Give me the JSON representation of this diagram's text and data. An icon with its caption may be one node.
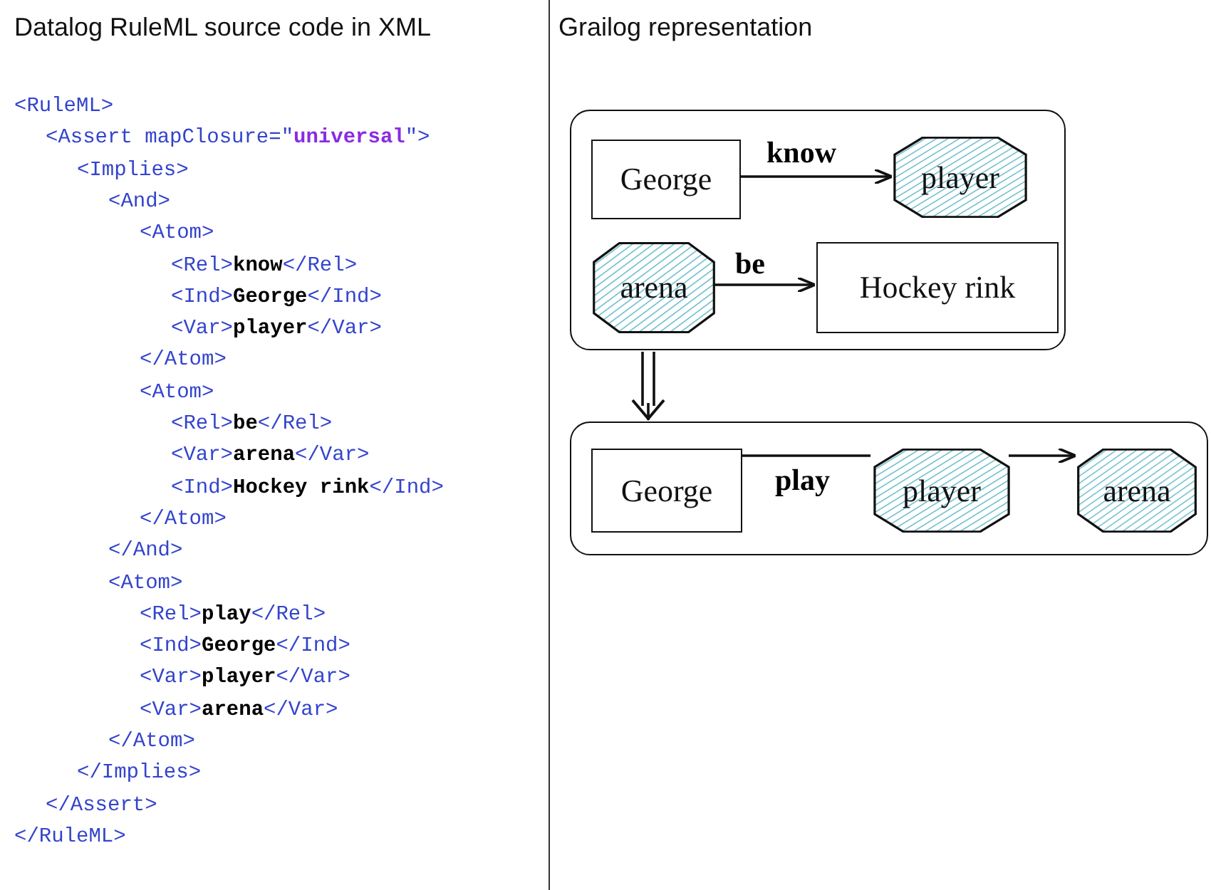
{
  "diagram": {
    "nodes": [
      {
        "text": [],
        "shape": "box"
      },
      {
        "text": [
          "George"
        ],
        "in": 0
      },
      {
        "text": [
          "player"
        ],
        "in": 0
      },
      {
        "text": [
          "arena"
        ],
        "in": 0
      },
      {
        "text": [
          "Hockey rink"
        ],
        "in": 0
      },
      {
        "text": [],
        "shape": "box"
      },
      {
        "text": [
          "George"
        ],
        "in": 5
      },
      {
        "text": [
          "player"
        ],
        "in": 5
      },
      {
        "text": [
          "arena"
        ],
        "in": 5
      }
    ],
    "edges": [
      {
        "from": 1,
        "to": 2,
        "arrow": "to",
        "label": "know"
      },
      {
        "from": 3,
        "to": 4,
        "arrow": "to",
        "label": "be"
      },
      {
        "from": 0,
        "to": 5,
        "arrow": "to"
      },
      {
        "from": 6,
        "to": 7,
        "arrow": "none",
        "label": "play"
      },
      {
        "from": 7,
        "to": 8,
        "arrow": "to"
      }
    ],
    "labels": [
      "Datalog RuleML source code in XML",
      "Grailog representation",
      "<RuleML>",
      "<Assert mapClosure=\"**universal**\">",
      "<Implies>",
      "<And>",
      "<Atom>",
      "<Rel>**know**</Rel>",
      "<Ind>**George**</Ind>",
      "<Var>**player**</Var>",
      "</Atom>",
      "<Atom>",
      "<Rel>**be**</Rel>",
      "<Var>**arena**</Var>",
      "<Ind>**Hockey rink**</Ind>",
      "</Atom>",
      "</And>",
      "<Atom>",
      "<Rel>**play**</Rel>",
      "<Ind>**George**</Ind>",
      "<Var>**player**</Var>",
      "<Var>**arena**</Var>",
      "</Atom>",
      "</Implies>",
      "</Assert>",
      "</RuleML>"
    ]
  }
}
